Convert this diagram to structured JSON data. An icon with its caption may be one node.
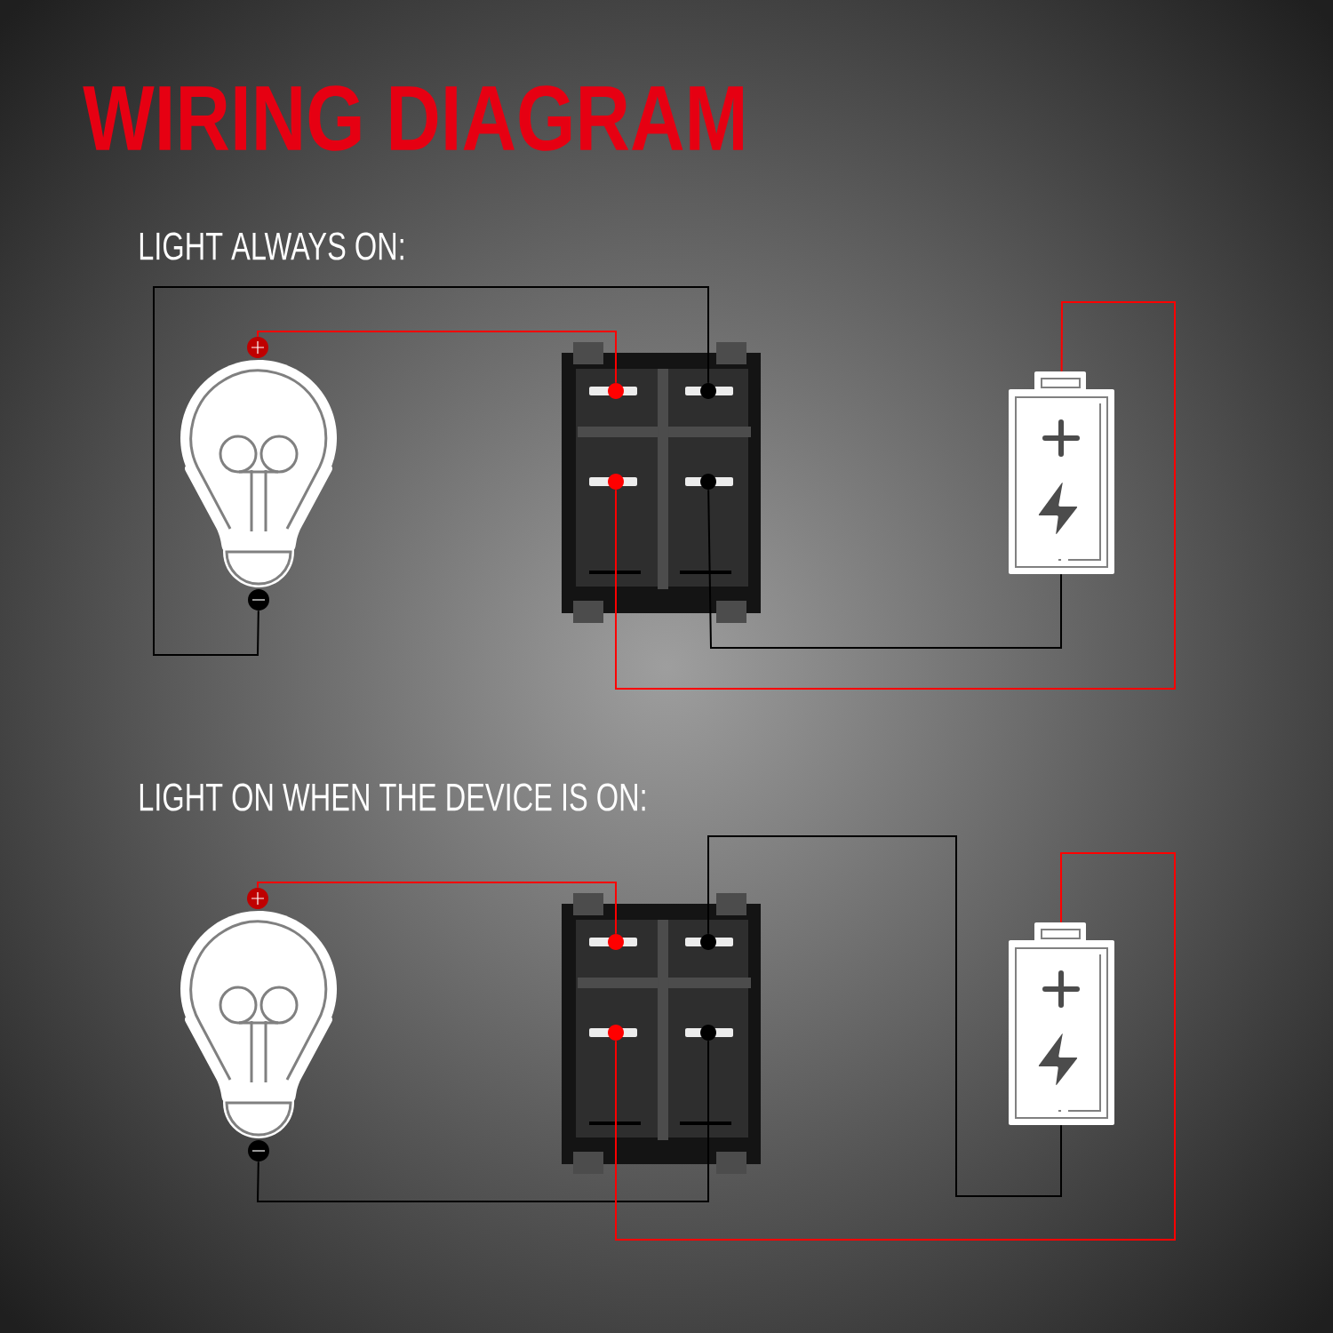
{
  "diagram": {
    "title": "WIRING DIAGRAM",
    "nodes": [
      {
        "text": [],
        "shape": "picture"
      },
      {
        "text": [],
        "shape": "circle"
      },
      {
        "text": [],
        "shape": "circle"
      },
      {
        "text": [],
        "shape": "picture"
      },
      {
        "text": [],
        "shape": "circle",
        "in": 3
      },
      {
        "text": [],
        "shape": "circle",
        "in": 3
      },
      {
        "text": [],
        "shape": "circle",
        "in": 3
      },
      {
        "text": [],
        "shape": "circle",
        "in": 3
      },
      {
        "text": [],
        "shape": "picture"
      },
      {
        "text": [],
        "shape": "picture"
      },
      {
        "text": [],
        "shape": "circle"
      },
      {
        "text": [],
        "shape": "circle"
      },
      {
        "text": [],
        "shape": "picture"
      },
      {
        "text": [],
        "shape": "circle",
        "in": 12
      },
      {
        "text": [],
        "shape": "circle",
        "in": 12
      },
      {
        "text": [],
        "shape": "circle",
        "in": 12
      },
      {
        "text": [],
        "shape": "circle",
        "in": 12
      },
      {
        "text": [],
        "shape": "picture"
      }
    ],
    "edges": [
      {
        "from": 1,
        "to": 4,
        "arrow": "none",
        "color": "#ff0000"
      },
      {
        "from": 2,
        "to": 5,
        "arrow": "none",
        "color": "#000000"
      },
      {
        "from": 6,
        "to": 8,
        "arrow": "none",
        "color": "#ff0000"
      },
      {
        "from": 7,
        "to": 8,
        "arrow": "none",
        "color": "#000000"
      },
      {
        "from": 10,
        "to": 13,
        "arrow": "none",
        "color": "#ff0000"
      },
      {
        "from": 14,
        "to": 17,
        "arrow": "none",
        "color": "#000000"
      },
      {
        "from": 11,
        "to": 16,
        "arrow": "none",
        "color": "#000000"
      },
      {
        "from": 15,
        "to": 17,
        "arrow": "none",
        "color": "#ff0000"
      }
    ],
    "labels": [
      "LIGHT ALWAYS ON:",
      "LIGHT ON WHEN THE DEVICE IS ON:"
    ]
  }
}
